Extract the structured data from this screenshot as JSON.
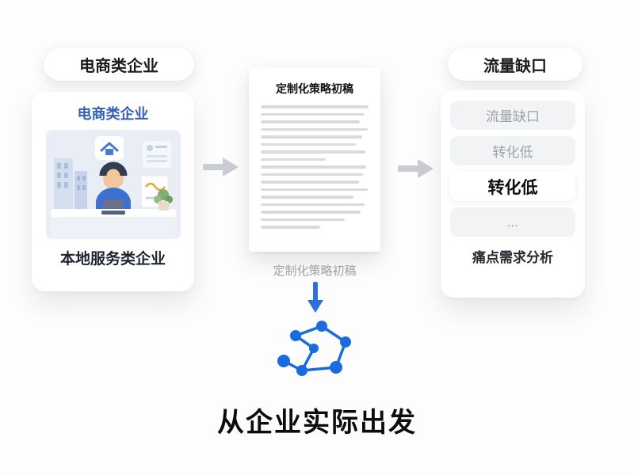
{
  "left": {
    "pill_label": "电商类企业",
    "card_title": "电商类企业",
    "card_caption": "本地服务类企业"
  },
  "center": {
    "doc_title": "定制化策略初稿",
    "doc_caption": "定制化策略初稿"
  },
  "right": {
    "pill_label": "流量缺口",
    "items": [
      {
        "label": "流量缺口"
      },
      {
        "label": "转化低"
      },
      {
        "label": "转化低"
      },
      {
        "label": "..."
      }
    ],
    "caption": "痛点需求分析"
  },
  "bottom": {
    "headline": "从企业实际出发"
  },
  "colors": {
    "accent_blue": "#1f6be0",
    "arrow_gray": "#c9ccd2",
    "title_blue": "#3560b8",
    "muted_gray": "#9aa0a8"
  },
  "icons": {
    "network": "network-graph-icon",
    "arrows": [
      "arrow-right-icon",
      "arrow-right-icon",
      "arrow-down-icon"
    ]
  }
}
